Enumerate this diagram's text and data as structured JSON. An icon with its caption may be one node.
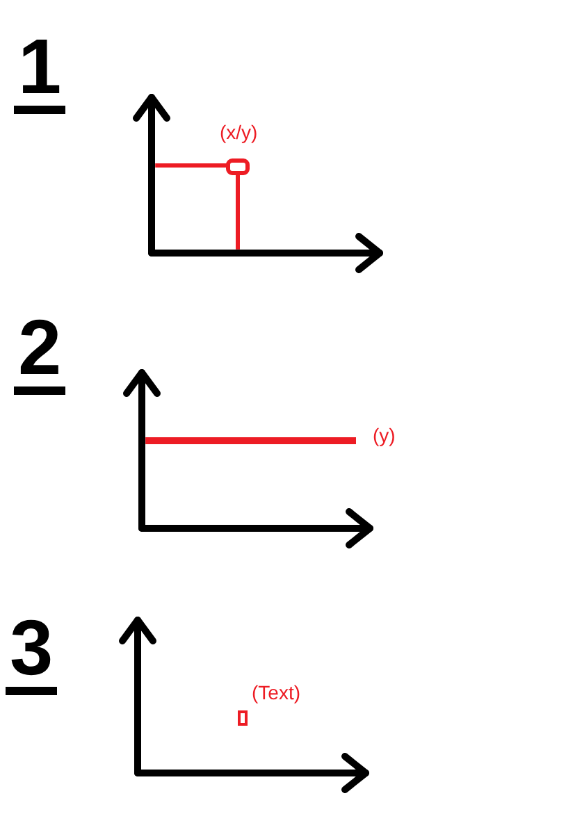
{
  "diagram": {
    "labels": [
      "1",
      "(x/y)",
      "2",
      "(y)",
      "3",
      "(Text)"
    ]
  }
}
